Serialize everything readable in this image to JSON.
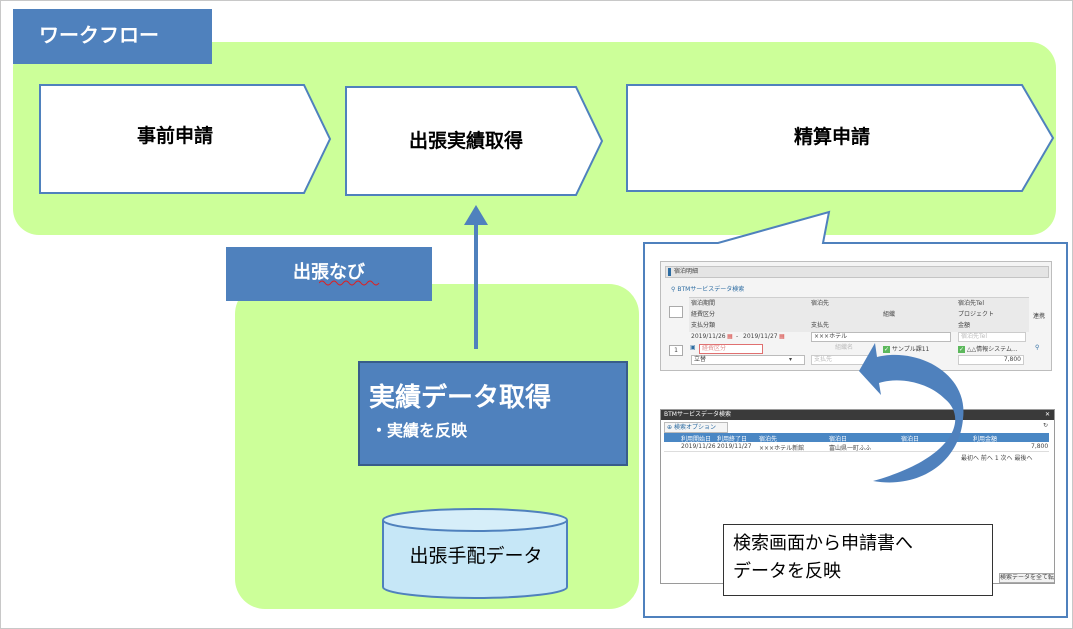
{
  "workflow": {
    "title": "ワークフロー",
    "steps": [
      {
        "label": "事前申請"
      },
      {
        "label": "出張実績取得"
      },
      {
        "label": "精算申請"
      }
    ]
  },
  "source": {
    "title": "出張なび",
    "action_title": "実績データ取得",
    "action_bullet": "・実績を反映",
    "database_label": "出張手配データ"
  },
  "callout": {
    "note_line1": "検索画面から申請書へ",
    "note_line2": "データを反映",
    "form": {
      "section_title": "宿泊明細",
      "search_link": "BTMサービスデータ検索",
      "headers": [
        "宿泊期間",
        "宿泊先",
        "宿泊先Tel",
        "連携",
        "経費区分",
        "組織",
        "プロジェクト",
        "支払分類",
        "支払先",
        "金額"
      ],
      "row_no": "1",
      "date_from": "2019/11/26",
      "date_sep": "-",
      "date_to": "2019/11/27",
      "hotel": "×××ホテル",
      "hotel_tel_placeholder": "宿泊先Tel",
      "expense_placeholder": "経費区分",
      "org_placeholder": "組織名",
      "check1": "サンプル課11",
      "check2": "△△情報システム...",
      "pay_class": "立替",
      "payee_placeholder": "支払先",
      "amount": "7,800"
    },
    "dialog": {
      "title": "BTMサービスデータ検索",
      "tab": "検索オプション",
      "columns": [
        "利用開始日",
        "利用終了日",
        "宿泊先",
        "宿泊日",
        "宿泊日",
        "利用金額"
      ],
      "row": [
        "2019/11/26",
        "2019/11/27",
        "×××ホテル新館",
        "富山県一町ふふ",
        "",
        "7,800"
      ],
      "pager": "最初へ 前へ 1 次へ 最後へ",
      "bottom_button": "検索データを全て転送"
    }
  }
}
